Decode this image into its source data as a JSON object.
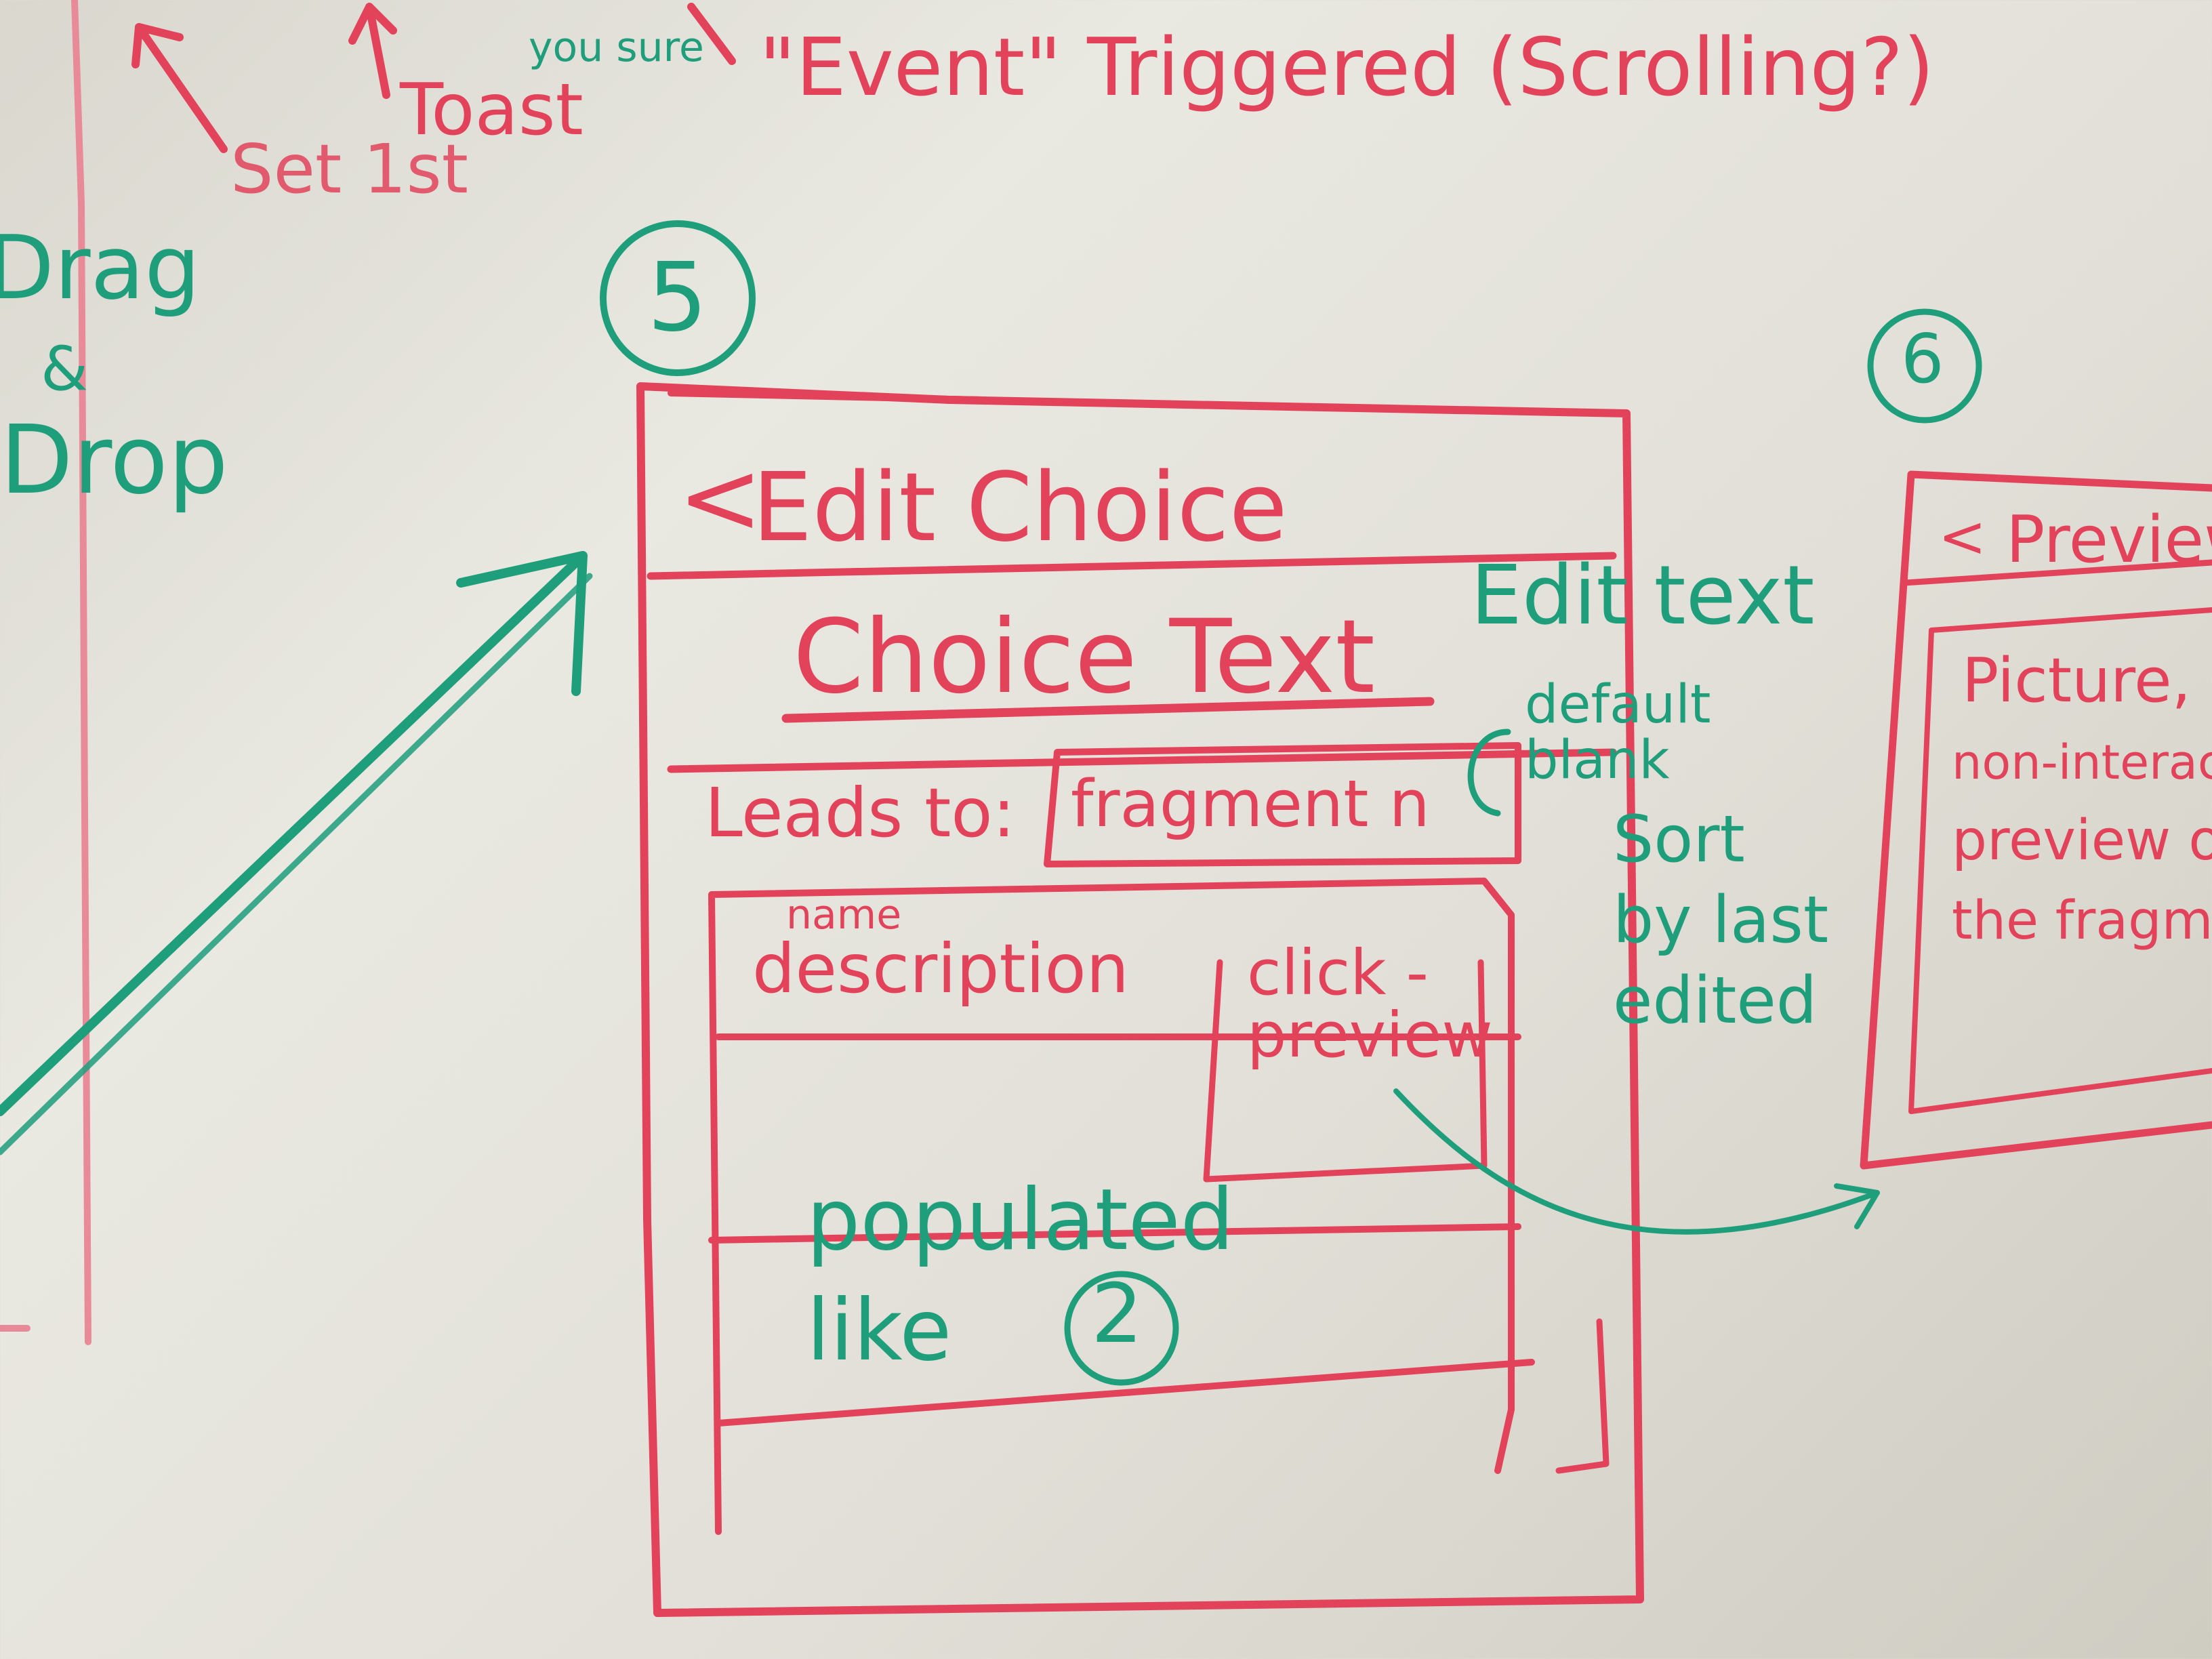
{
  "colors": {
    "red_marker": "#e2435b",
    "green_marker": "#1f9e7c",
    "board": "#e6e4dc"
  },
  "top_notes": {
    "are_you_sure": "you sure",
    "toast": "Toast",
    "set_first": "Set 1st",
    "event": "\"Event\" Triggered (Scrolling?)"
  },
  "left_note": {
    "drag": "Drag",
    "and": "&",
    "drop": "Drop"
  },
  "screen5": {
    "number": "5",
    "back_glyph": "<",
    "title": "Edit Choice",
    "choice_text": "Choice Text",
    "leads_to_label": "Leads to:",
    "leads_to_value": "fragment n",
    "list_header_name": "name",
    "list_header_description": "description",
    "click_preview": "click - preview",
    "populated_note": "populated like",
    "populated_ref": "2"
  },
  "side_notes": {
    "edit_text": "Edit text",
    "default_blank": "default blank",
    "sort_by_last_edited": "Sort by last edited"
  },
  "screen6": {
    "number": "6",
    "back_glyph": "<",
    "title": "Preview",
    "body_lines": [
      "Picture,",
      "non-interactive",
      "preview of",
      "the fragment"
    ]
  }
}
